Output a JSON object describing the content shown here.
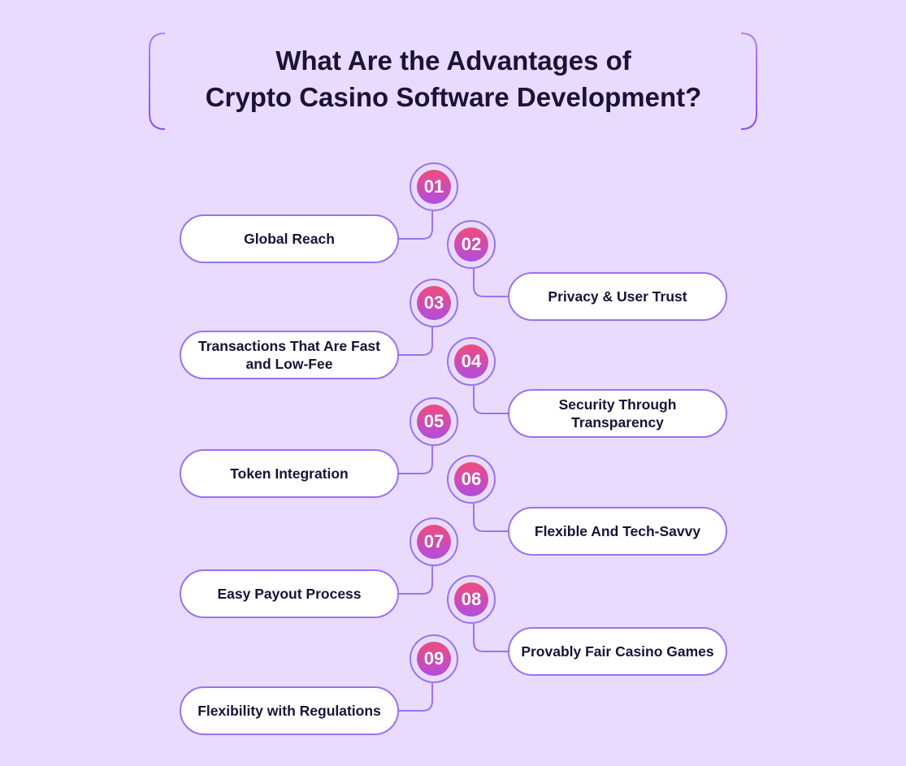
{
  "title": {
    "line1": "What Are the Advantages of",
    "line2": "Crypto Casino Software Development?"
  },
  "colors": {
    "background": "#e8dbfd",
    "outline": "#9b72f2",
    "title_text": "#1b1238",
    "badge_gradient_top": "#f04c7e",
    "badge_gradient_bottom": "#b04de0"
  },
  "items": [
    {
      "number": "01",
      "label": "Global Reach"
    },
    {
      "number": "02",
      "label": "Privacy & User Trust"
    },
    {
      "number": "03",
      "label": "Transactions That Are Fast and Low-Fee"
    },
    {
      "number": "04",
      "label": "Security Through Transparency"
    },
    {
      "number": "05",
      "label": "Token Integration"
    },
    {
      "number": "06",
      "label": "Flexible And Tech-Savvy"
    },
    {
      "number": "07",
      "label": "Easy Payout Process"
    },
    {
      "number": "08",
      "label": "Provably Fair Casino Games"
    },
    {
      "number": "09",
      "label": "Flexibility with Regulations"
    }
  ]
}
